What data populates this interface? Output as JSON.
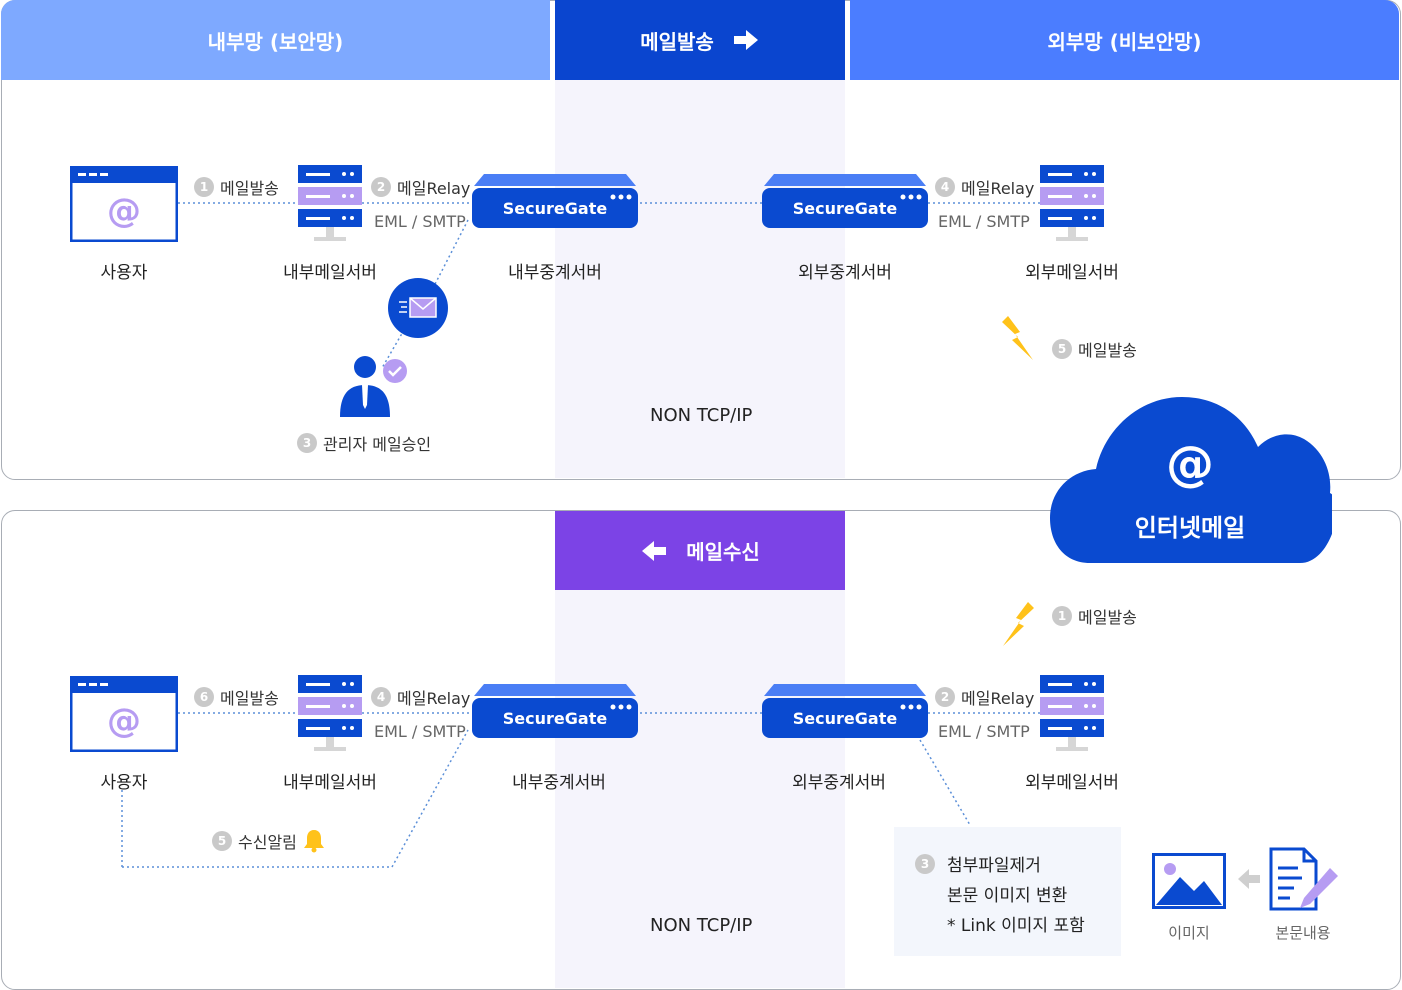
{
  "header": {
    "internal": "내부망 (보안망)",
    "send": "메일발송",
    "external": "외부망 (비보안망)"
  },
  "colors": {
    "internal_header": "#7ea9ff",
    "send_header": "#0a45cf",
    "external_header": "#4b7dff",
    "receive_header": "#7c43e6",
    "gate_blue": "#0a4ad0",
    "accent_purple": "#b69cf2",
    "cloud_blue": "#0a4ad0",
    "lightning": "#ffc21a"
  },
  "top": {
    "user": "사용자",
    "int_mail_server": "내부메일서버",
    "int_relay_server": "내부중계서버",
    "ext_relay_server": "외부중계서버",
    "ext_mail_server": "외부메일서버",
    "step1": {
      "num": "1",
      "text": "메일발송"
    },
    "step2": {
      "num": "2",
      "text": "메일Relay"
    },
    "step2_proto": "EML / SMTP",
    "step3": {
      "num": "3",
      "text": "관리자 메일승인"
    },
    "step4": {
      "num": "4",
      "text": "메일Relay"
    },
    "step4_proto": "EML / SMTP",
    "step5": {
      "num": "5",
      "text": "메일발송"
    },
    "non_tcp": "NON TCP/IP",
    "gate_left": "SecureGate",
    "gate_right": "SecureGate"
  },
  "cloud": {
    "symbol": "@",
    "label": "인터넷메일"
  },
  "bottom": {
    "receive": "메일수신",
    "user": "사용자",
    "int_mail_server": "내부메일서버",
    "int_relay_server": "내부중계서버",
    "ext_relay_server": "외부중계서버",
    "ext_mail_server": "외부메일서버",
    "step1": {
      "num": "1",
      "text": "메일발송"
    },
    "step2": {
      "num": "2",
      "text": "메일Relay"
    },
    "step2_proto": "EML / SMTP",
    "step3": {
      "num": "3",
      "lines": [
        "첨부파일제거",
        "본문 이미지 변환",
        "* Link 이미지 포함"
      ]
    },
    "step4": {
      "num": "4",
      "text": "메일Relay"
    },
    "step4_proto": "EML / SMTP",
    "step5": {
      "num": "5",
      "text": "수신알림"
    },
    "step6": {
      "num": "6",
      "text": "메일발송"
    },
    "non_tcp": "NON TCP/IP",
    "gate_left": "SecureGate",
    "gate_right": "SecureGate",
    "image_label": "이미지",
    "body_label": "본문내용"
  }
}
